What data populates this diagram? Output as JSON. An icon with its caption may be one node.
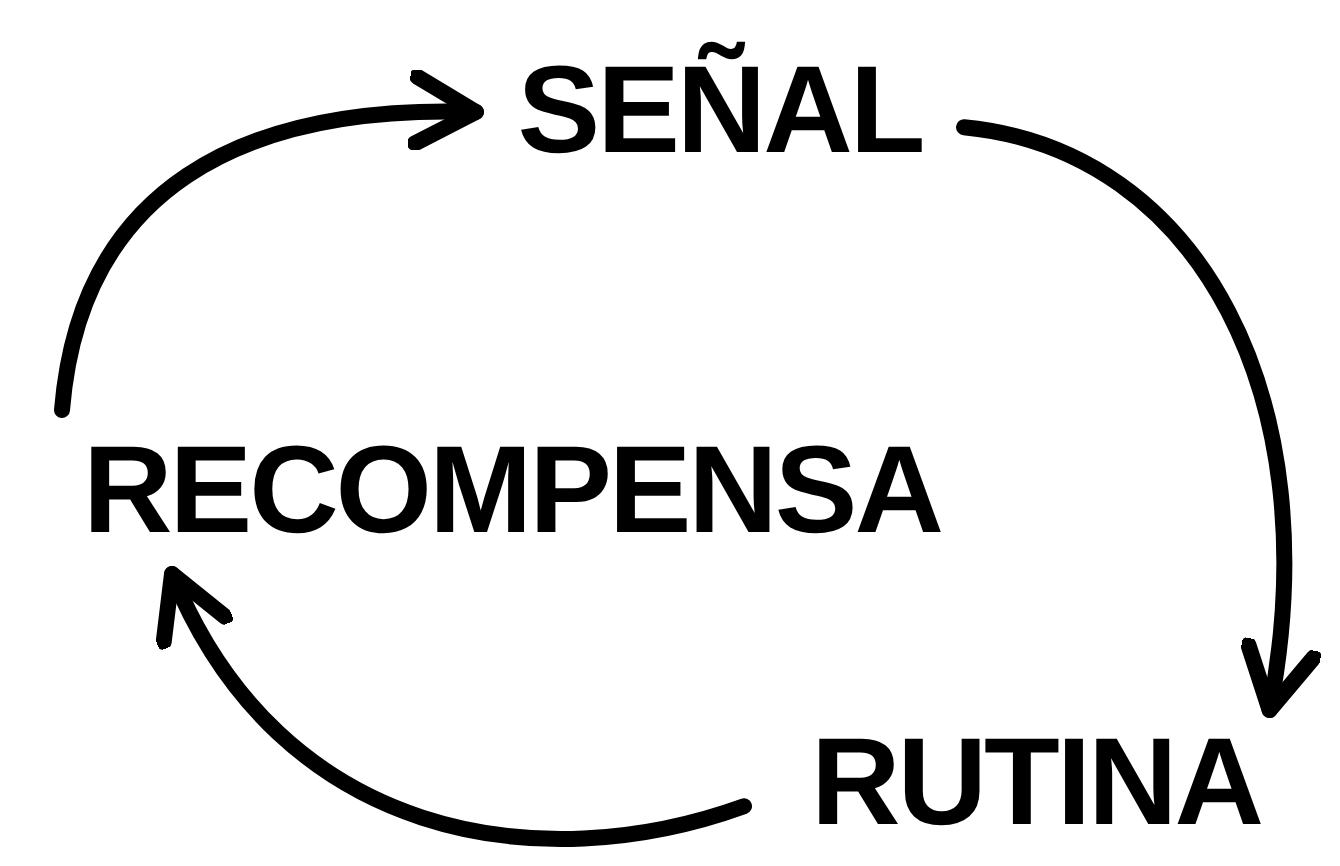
{
  "diagram": {
    "nodes": [
      {
        "text": [
          "SEÑAL"
        ]
      },
      {
        "text": [
          "RECOMPENSA"
        ]
      },
      {
        "text": [
          "RUTINA"
        ]
      }
    ],
    "edges": [
      {
        "from": 1,
        "to": 0,
        "arrow": "to"
      },
      {
        "from": 0,
        "to": 2,
        "arrow": "to"
      },
      {
        "from": 2,
        "to": 1,
        "arrow": "to"
      }
    ]
  }
}
